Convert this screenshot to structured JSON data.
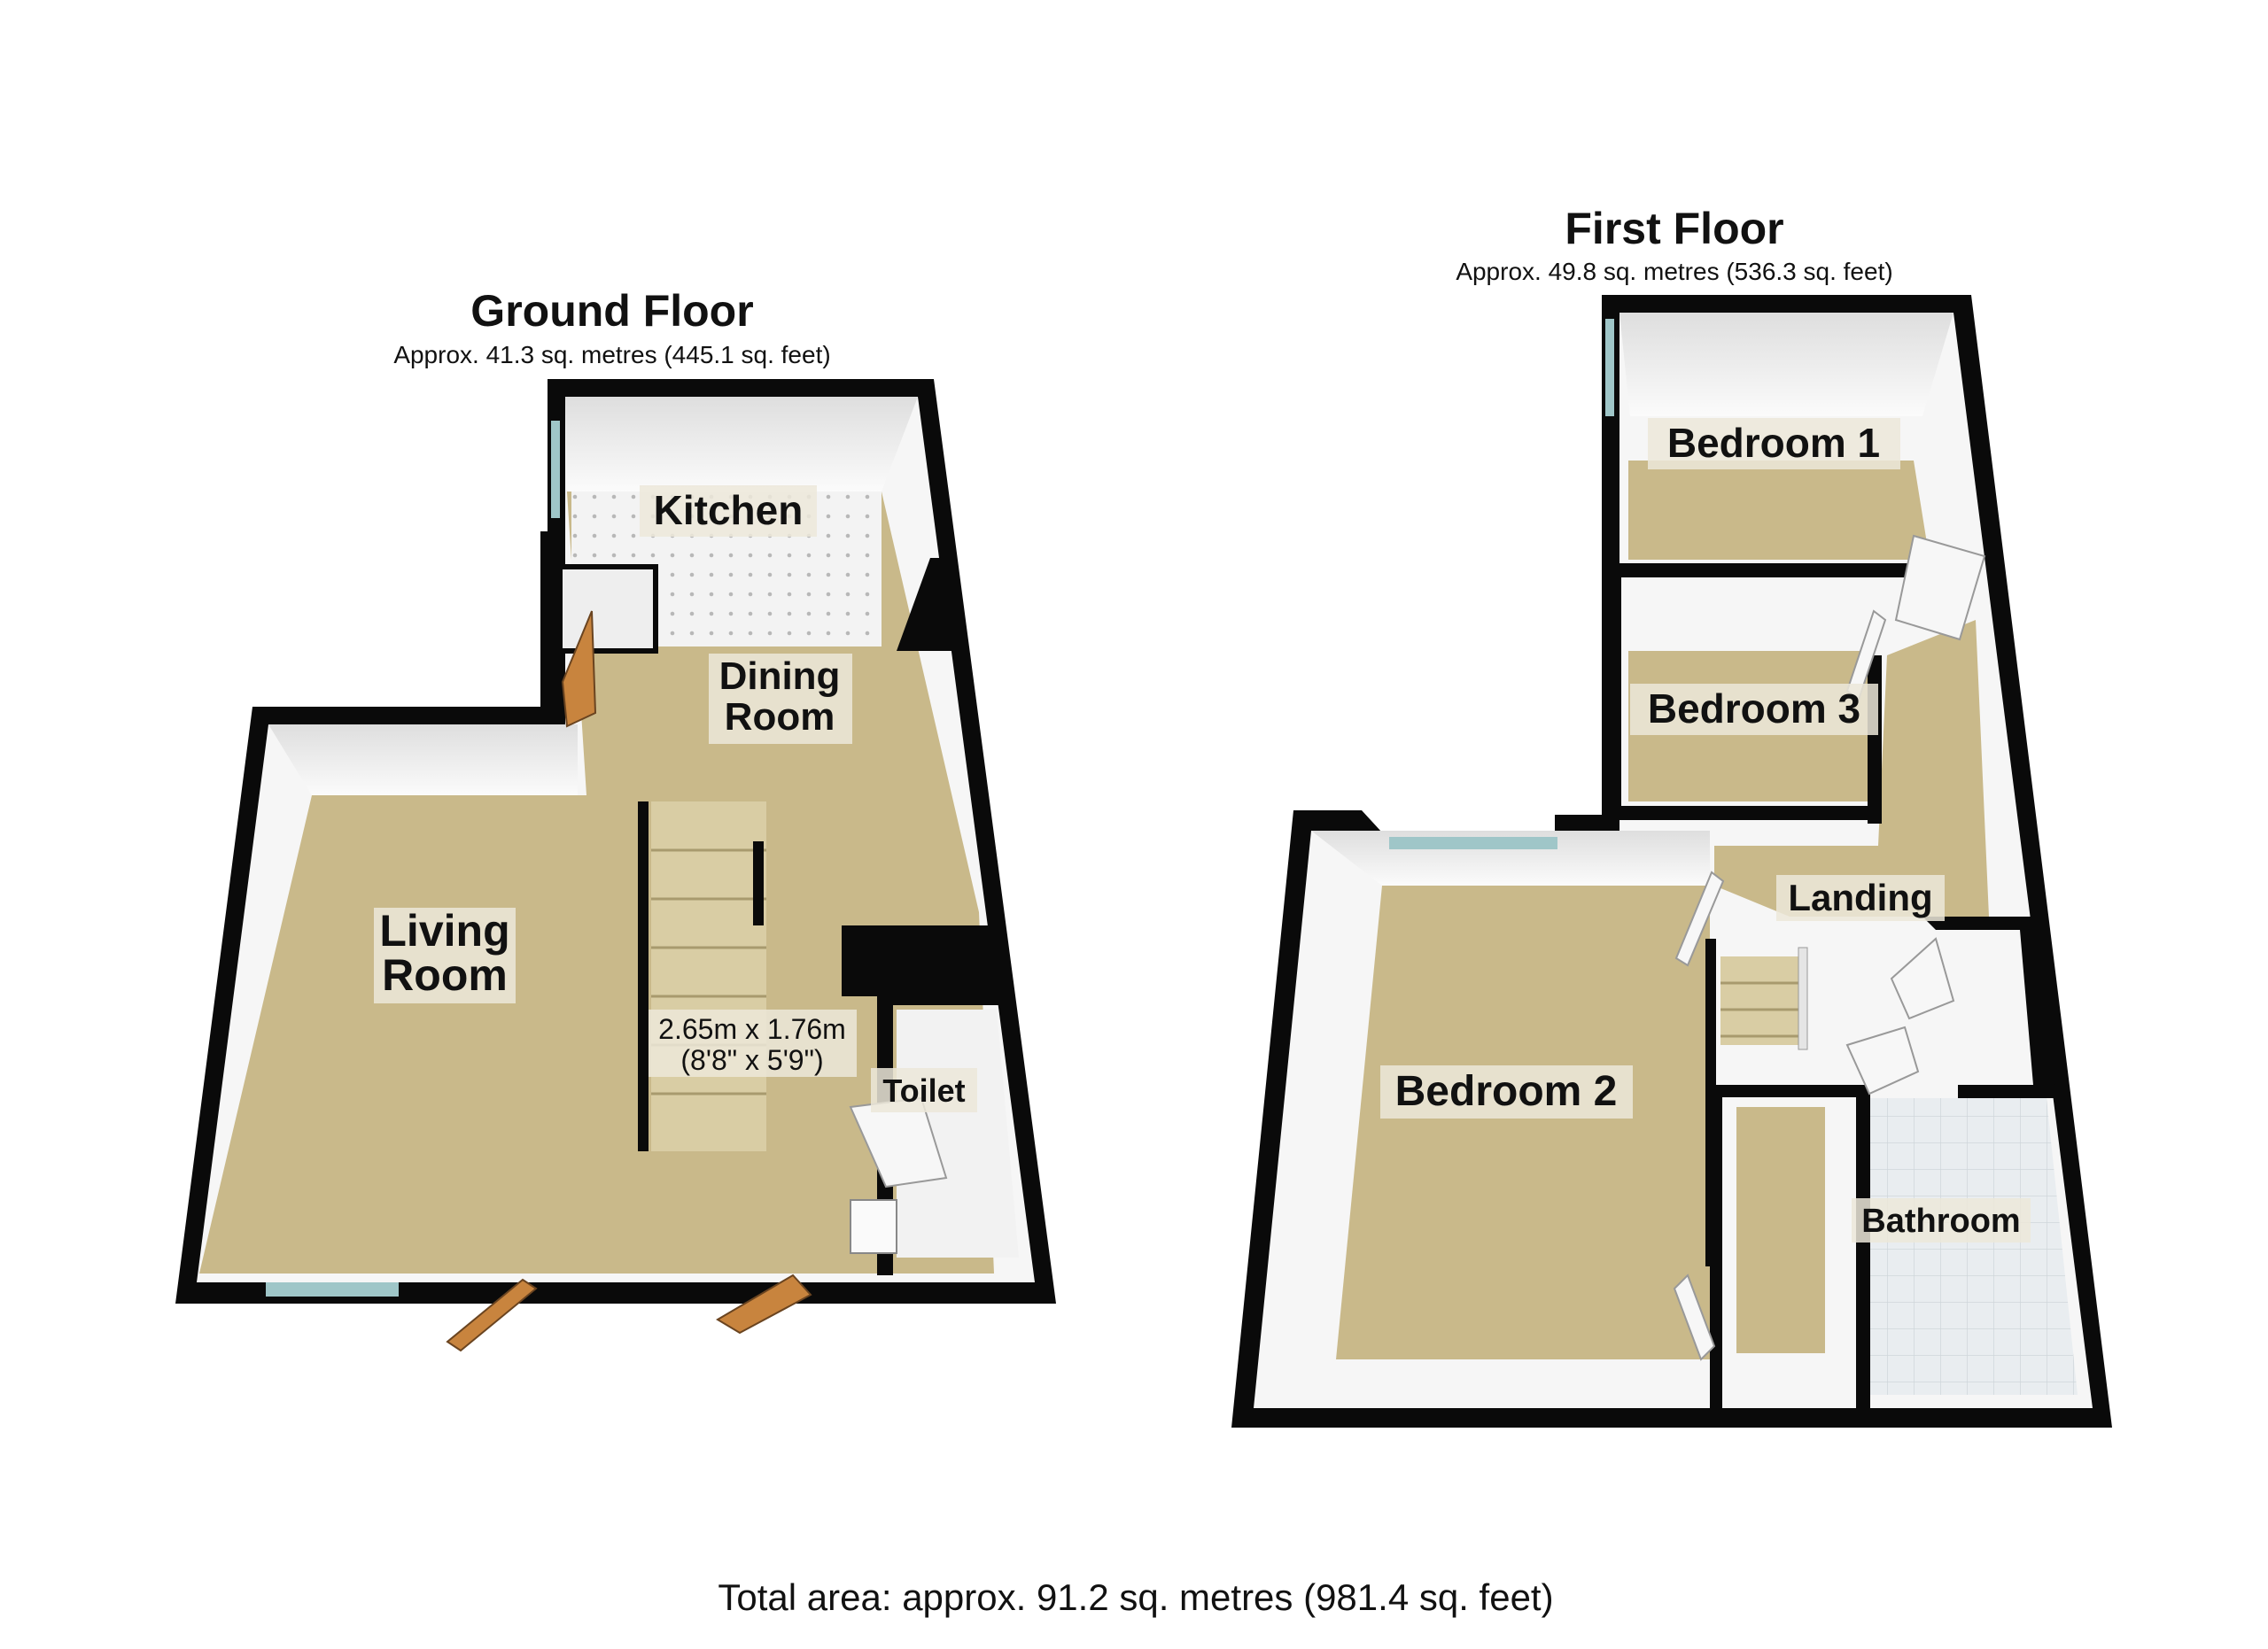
{
  "ground_floor": {
    "title": "Ground Floor",
    "area": "Approx. 41.3 sq. metres (445.1 sq. feet)",
    "rooms": {
      "kitchen": "Kitchen",
      "dining_line1": "Dining",
      "dining_line2": "Room",
      "living_line1": "Living",
      "living_line2": "Room",
      "toilet": "Toilet"
    },
    "dimension_line1": "2.65m x 1.76m",
    "dimension_line2": "(8'8\" x 5'9\")"
  },
  "first_floor": {
    "title": "First Floor",
    "area": "Approx. 49.8 sq. metres (536.3 sq. feet)",
    "rooms": {
      "bedroom1": "Bedroom 1",
      "bedroom3": "Bedroom 3",
      "landing": "Landing",
      "bedroom2": "Bedroom 2",
      "bathroom": "Bathroom"
    }
  },
  "total_area": "Total area: approx. 91.2 sq. metres (981.4 sq. feet)",
  "colors": {
    "wall": "#0a0a0a",
    "floor": "#c9b98a",
    "wall_inner": "#f4f4f4",
    "tile": "#e6ebee",
    "door": "#c8843e"
  }
}
